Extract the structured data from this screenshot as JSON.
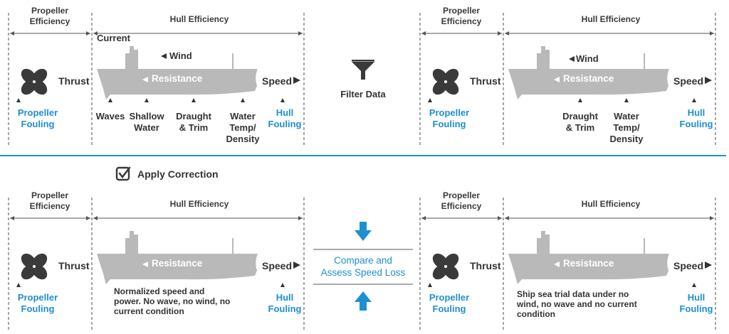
{
  "common": {
    "propeller_efficiency": [
      "Propeller",
      "Efficiency"
    ],
    "hull_efficiency": "Hull Efficiency",
    "thrust": "Thrust",
    "resistance": "Resistance",
    "speed": "Speed",
    "propeller_fouling": [
      "Propeller",
      "Fouling"
    ],
    "hull_fouling": [
      "Hull",
      "Fouling"
    ]
  },
  "panel_tl": {
    "current": "Current",
    "wind": "Wind",
    "factors": [
      {
        "lines": [
          "Waves"
        ]
      },
      {
        "lines": [
          "Shallow",
          "Water"
        ]
      },
      {
        "lines": [
          "Draught",
          "& Trim"
        ]
      },
      {
        "lines": [
          "Water",
          "Temp/",
          "Density"
        ]
      }
    ]
  },
  "panel_tr": {
    "wind": "Wind",
    "factors": [
      {
        "lines": [
          "Draught",
          "& Trim"
        ]
      },
      {
        "lines": [
          "Water",
          "Temp/",
          "Density"
        ]
      }
    ]
  },
  "panel_bl": {
    "note": "Normalized speed and power. No wave, no wind, no current condition"
  },
  "panel_br": {
    "note": "Ship sea trial data under no wind, no wave and no current condition"
  },
  "middle": {
    "filter_label": "Filter Data",
    "apply_correction": "Apply Correction",
    "compare": [
      "Compare and",
      "Assess Speed Loss"
    ]
  },
  "colors": {
    "blue": "#1e8fd1",
    "ship_grey": "#b9b9b9",
    "text_dark": "#333333",
    "divider": "#1e8fd1"
  },
  "icons": [
    "propeller-icon",
    "ship-icon",
    "funnel-icon",
    "checkbox-icon",
    "arrow-down-icon",
    "arrow-up-icon"
  ]
}
